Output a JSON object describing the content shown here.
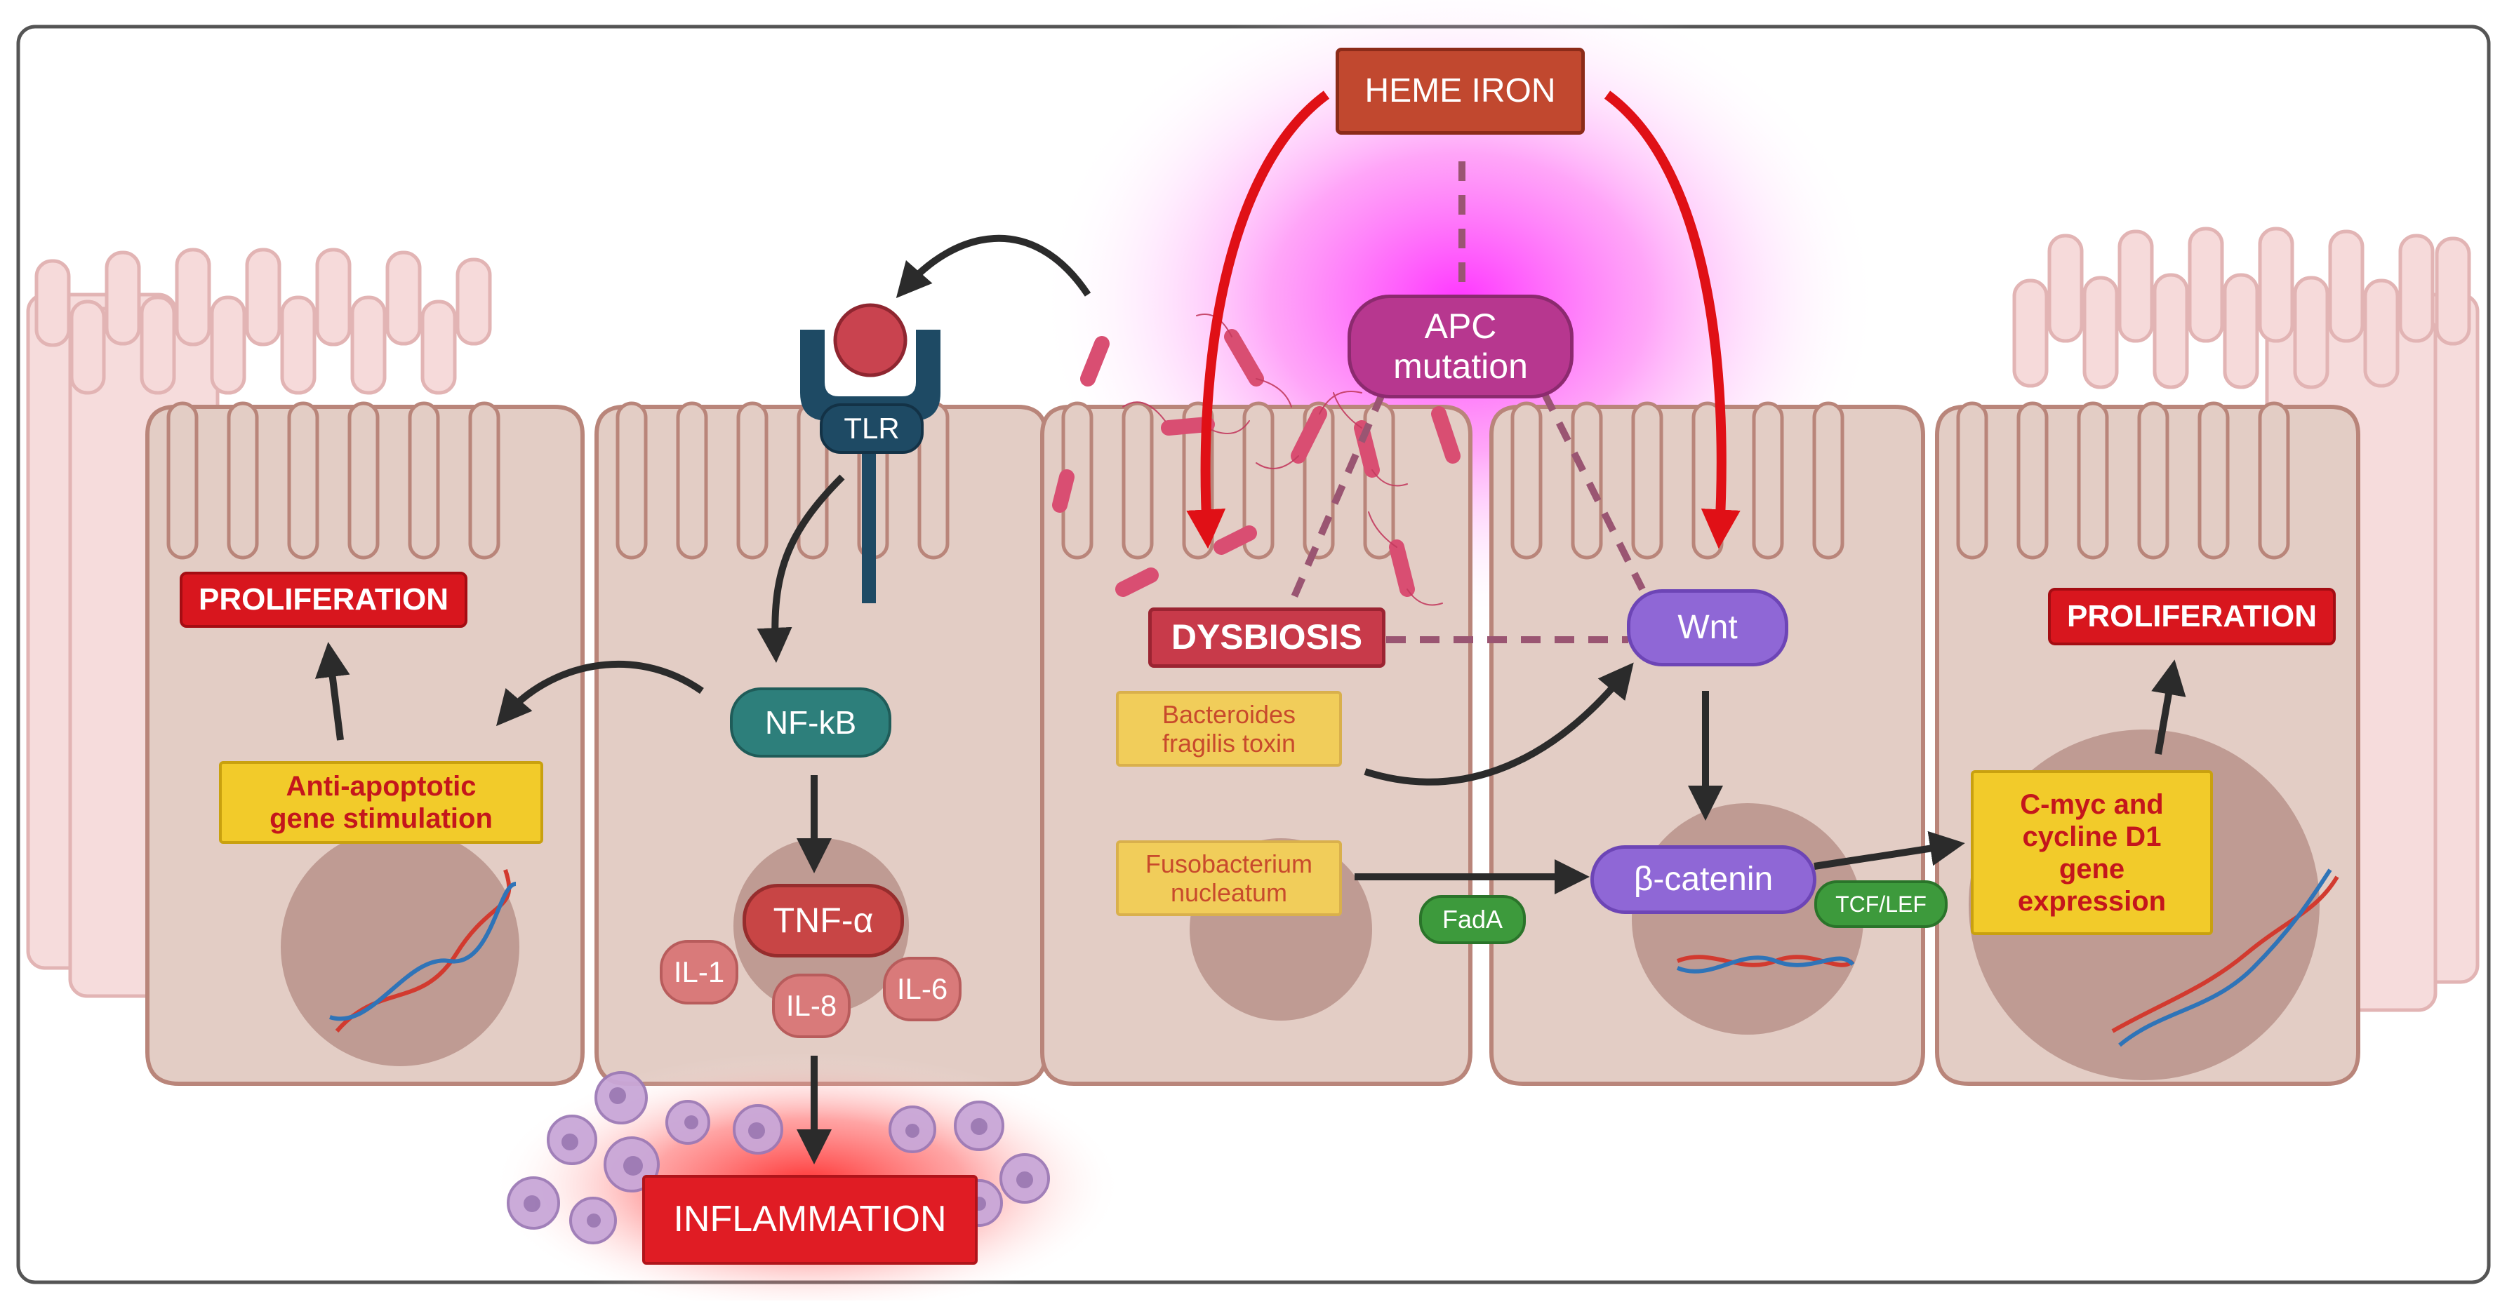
{
  "labels": {
    "heme_iron": "HEME IRON",
    "apc_mutation": "APC\nmutation",
    "tlr": "TLR",
    "nfkb": "NF-kB",
    "tnf_alpha": "TNF-α",
    "il1": "IL-1",
    "il8": "IL-8",
    "il6": "IL-6",
    "inflammation": "INFLAMMATION",
    "proliferation_left": "PROLIFERATION",
    "anti_apoptotic": "Anti-apoptotic\ngene stimulation",
    "dysbiosis": "DYSBIOSIS",
    "bacteroides": "Bacteroides\nfragilis toxin",
    "fusobacterium": "Fusobacterium\nnucleatum",
    "fada": "FadA",
    "wnt": "Wnt",
    "beta_catenin": "β-catenin",
    "tcf_lef": "TCF/LEF",
    "cmyc": "C-myc and\ncycline D1\ngene\nexpression",
    "proliferation_right": "PROLIFERATION"
  },
  "colors": {
    "cell_fill": "#e3cdc5",
    "cell_stroke": "#b9857a",
    "back_cell": "#f3d3d3",
    "nucleus": "#b99289",
    "red_arrow": "#e01016",
    "dark_arrow": "#2b2b2b",
    "dashed_link": "#9a5572",
    "magenta_glow": "#ff3bff",
    "red_glow": "#ff2a2a",
    "dna_red": "#d23a2f",
    "dna_blue": "#2f74b8"
  },
  "icons": [
    "tlr-receptor-icon",
    "ligand-icon",
    "bacteria-icon",
    "dna-helix-icon",
    "immune-cell-icon"
  ]
}
